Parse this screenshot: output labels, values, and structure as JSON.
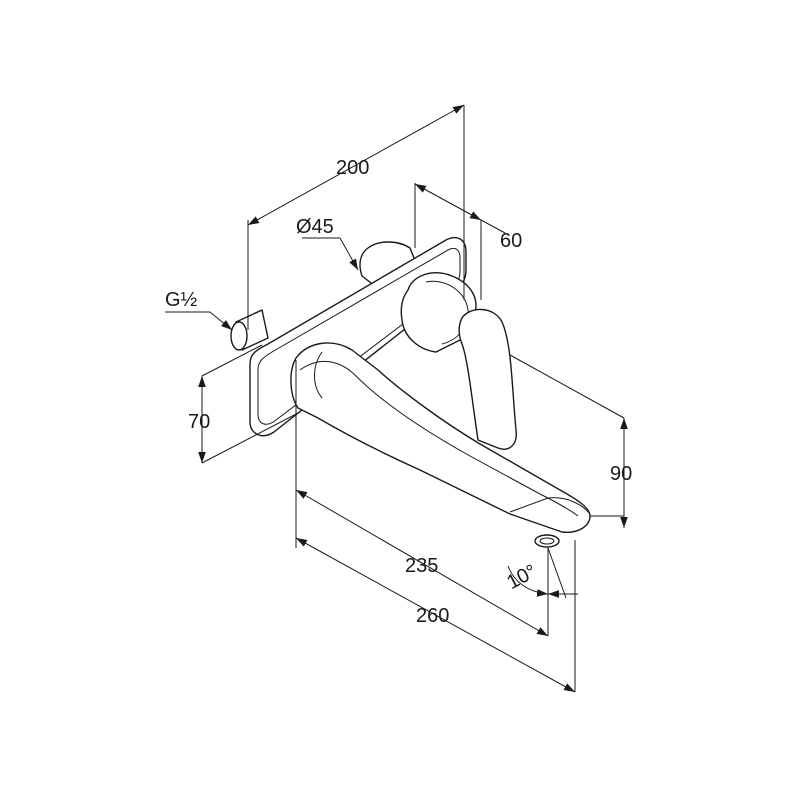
{
  "dimensions": {
    "d200": "200",
    "d45": "Ø45",
    "d60": "60",
    "thread": "G½",
    "d70": "70",
    "d90": "90",
    "d235": "235",
    "d260": "260",
    "angle": "10°"
  }
}
